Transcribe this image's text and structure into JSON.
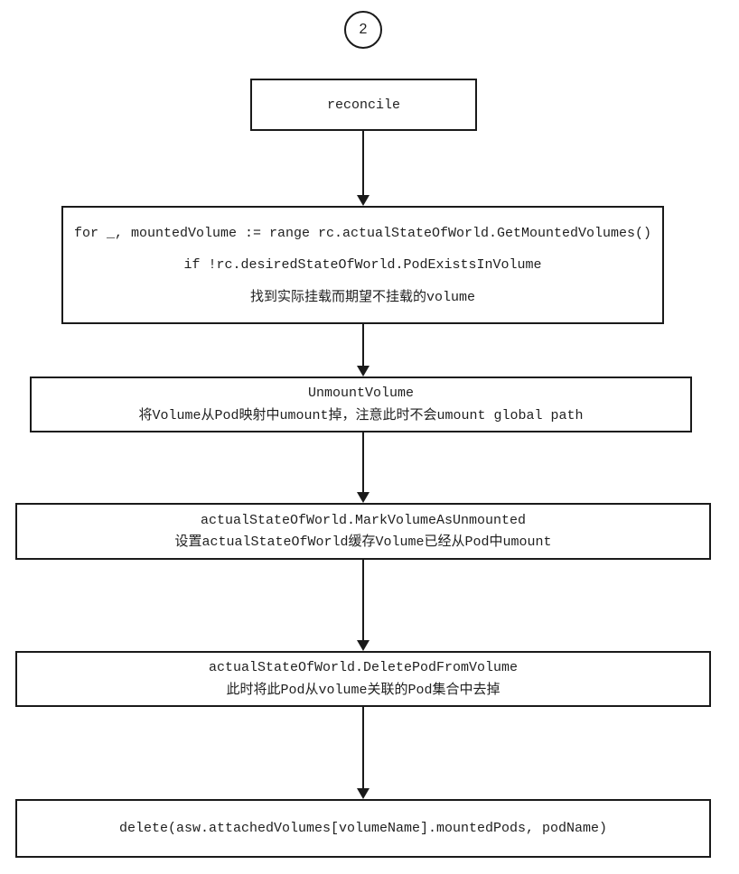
{
  "diagram": {
    "badge": {
      "label": "2"
    },
    "colors": {
      "stroke": "#1a1a1a",
      "text": "#1f1f1f",
      "background": "#ffffff"
    },
    "nodes": {
      "reconcile": {
        "lines": [
          "reconcile"
        ]
      },
      "find_unmount": {
        "lines": [
          "for _, mountedVolume := range rc.actualStateOfWorld.GetMountedVolumes()",
          "if !rc.desiredStateOfWorld.PodExistsInVolume",
          "找到实际挂载而期望不挂载的volume"
        ]
      },
      "unmount_volume": {
        "lines": [
          "UnmountVolume",
          "将Volume从Pod映射中umount掉，注意此时不会umount global path"
        ]
      },
      "mark_unmounted": {
        "lines": [
          "actualStateOfWorld.MarkVolumeAsUnmounted",
          "设置actualStateOfWorld缓存Volume已经从Pod中umount"
        ]
      },
      "delete_pod_from_volume": {
        "lines": [
          "actualStateOfWorld.DeletePodFromVolume",
          "此时将此Pod从volume关联的Pod集合中去掉"
        ]
      },
      "delete_asw": {
        "lines": [
          "delete(asw.attachedVolumes[volumeName].mountedPods, podName)"
        ]
      }
    }
  }
}
